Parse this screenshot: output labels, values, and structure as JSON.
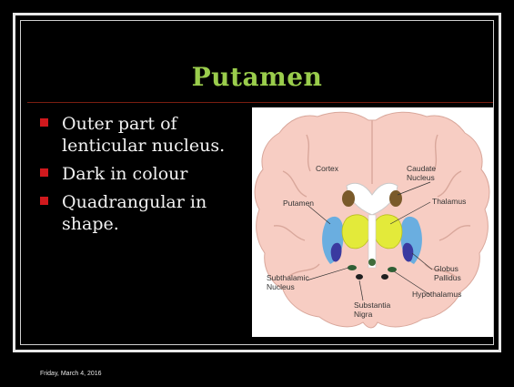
{
  "slide": {
    "title": "Putamen",
    "bullets": [
      "Outer part of lenticular nucleus.",
      "Dark in colour",
      "Quadrangular in shape."
    ],
    "footer_date": "Friday, March 4, 2016"
  },
  "figure": {
    "labels": {
      "cortex": "Cortex",
      "caudate_line1": "Caudate",
      "caudate_line2": "Nucleus",
      "putamen": "Putamen",
      "thalamus": "Thalamus",
      "subthalamic_line1": "Subthalamic",
      "subthalamic_line2": "Nucleus",
      "globus_line1": "Globus",
      "globus_line2": "Pallidus",
      "hypothalamus": "Hypothalamus",
      "substantia_line1": "Substantia",
      "substantia_line2": "Nigra"
    }
  },
  "colors": {
    "title": "#9acd4c",
    "bullet_marker": "#d0191d",
    "brain_tissue": "#f7cdc3",
    "putamen": "#6aaee0",
    "globus_pallidus": "#3a3aa0",
    "thalamus": "#e3ea3a",
    "caudate": "#7a5a2a"
  }
}
